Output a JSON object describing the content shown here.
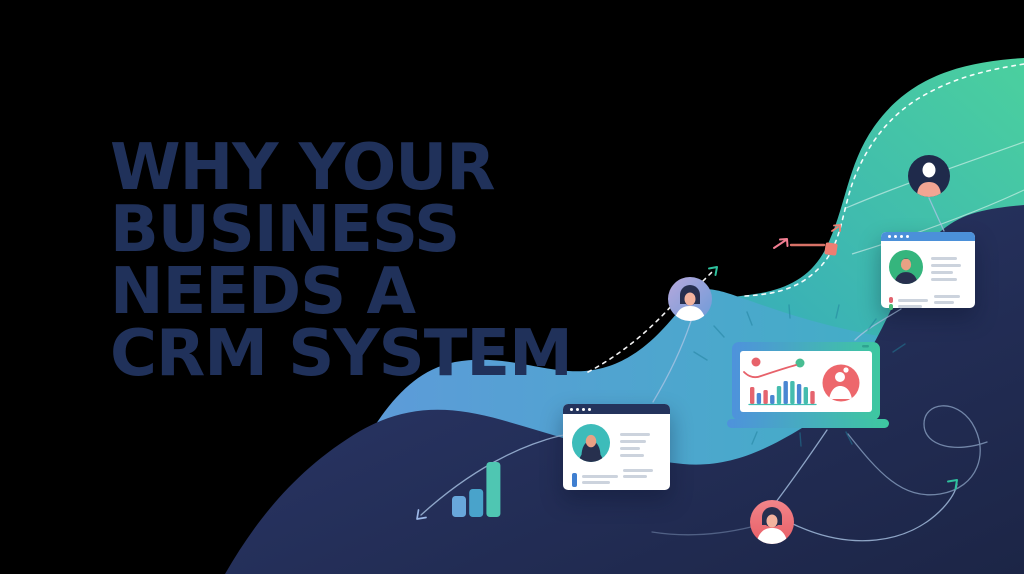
{
  "background": "#000000",
  "title": {
    "text_lines": [
      "WHY YOUR",
      "BUSINESS",
      "NEEDS A",
      "CRM SYSTEM"
    ],
    "color": "#20315a"
  },
  "waves": {
    "teal_top": {
      "from": "#4bd09e",
      "to": "#35a8bd"
    },
    "middle": {
      "from": "#5d9bd9",
      "to": "#3bb3c1"
    },
    "navy": {
      "from": "#2d3a6e",
      "to": "#1c2546"
    }
  },
  "connectors": {
    "line_color": "#a9c4e4",
    "white_line_color": "#ffffff",
    "dash_color": "#ffffff",
    "teal_arrow_color": "#2fc19e",
    "blue_arrow_color": "#9db9e8",
    "ray_color": "#1f7f9b"
  },
  "decor": {
    "pink_arrow_color": "#f27e92",
    "salmon_color": "#ef7e72"
  },
  "avatars": {
    "top_right": {
      "bg": "#1f2a4b",
      "head": "#ffffff",
      "body": "#f2a593"
    },
    "purple": {
      "from": "#b7a8dc",
      "to": "#6d9bd8",
      "hair": "#272f4f",
      "face": "#f3b39e",
      "body": "#ffffff"
    },
    "pink": {
      "from": "#f2858a",
      "to": "#e85e66",
      "hair": "#272f4f",
      "face": "#f3b39e",
      "body": "#ffffff"
    }
  },
  "laptop": {
    "frame_from": "#4e92dc",
    "frame_to": "#3ec8a0",
    "screen": "#ffffff",
    "chart": {
      "type": "bar",
      "bars": [
        {
          "h": 17,
          "c": "#e5646e"
        },
        {
          "h": 11,
          "c": "#4a86d2"
        },
        {
          "h": 14,
          "c": "#e5646e"
        },
        {
          "h": 9,
          "c": "#4a86d2"
        },
        {
          "h": 18,
          "c": "#45bcae"
        },
        {
          "h": 23,
          "c": "#4a86d2"
        },
        {
          "h": 23,
          "c": "#45bcae"
        },
        {
          "h": 20,
          "c": "#4a86d2"
        },
        {
          "h": 17,
          "c": "#45bcae"
        },
        {
          "h": 13,
          "c": "#e5646e"
        }
      ],
      "baseline_color": "#3fbfb2",
      "trend_line_color": "#e7626b",
      "trend_start_dot": "#e7626b",
      "trend_end_dot": "#48bd92"
    },
    "avatar": {
      "bg": "#ed676c",
      "fg": "#ffffff"
    }
  },
  "mini_chart": {
    "type": "bar",
    "bars": [
      {
        "h": 21,
        "c": "#68a7db"
      },
      {
        "h": 28,
        "c": "#49a3cb"
      },
      {
        "h": 55,
        "c": "#4fc6b2"
      }
    ]
  },
  "cards": {
    "left": {
      "topbar_color": "#24335c",
      "dot_count": 4,
      "dot_color": "#ffffff",
      "avatar_bg": "#3dbcba",
      "person": {
        "hair": "#27304e",
        "face": "#e9a184",
        "shirt": "#27304e"
      },
      "info_line_widths": [
        30,
        26,
        20,
        24
      ],
      "footer_left_line_widths": [
        36,
        28
      ],
      "footer_right_line_widths": [
        30,
        24
      ],
      "accent_color": "#3f7fd0",
      "line_color": "#ccd3dd"
    },
    "right": {
      "topbar_color": "#4b90d9",
      "dot_count": 4,
      "dot_color": "#ffffff",
      "avatar_bg": "#35b57d",
      "person": {
        "hair": "#27304e",
        "face": "#e9a184",
        "shirt": "#27304e"
      },
      "info_line_widths": [
        26,
        30,
        22,
        26
      ],
      "footer_left_line_widths": [
        30,
        24
      ],
      "footer_right_line_widths": [
        26,
        20
      ],
      "accent_top_color": "#e2636e",
      "accent_bottom_color": "#49b977",
      "line_color": "#ccd3dd"
    }
  }
}
